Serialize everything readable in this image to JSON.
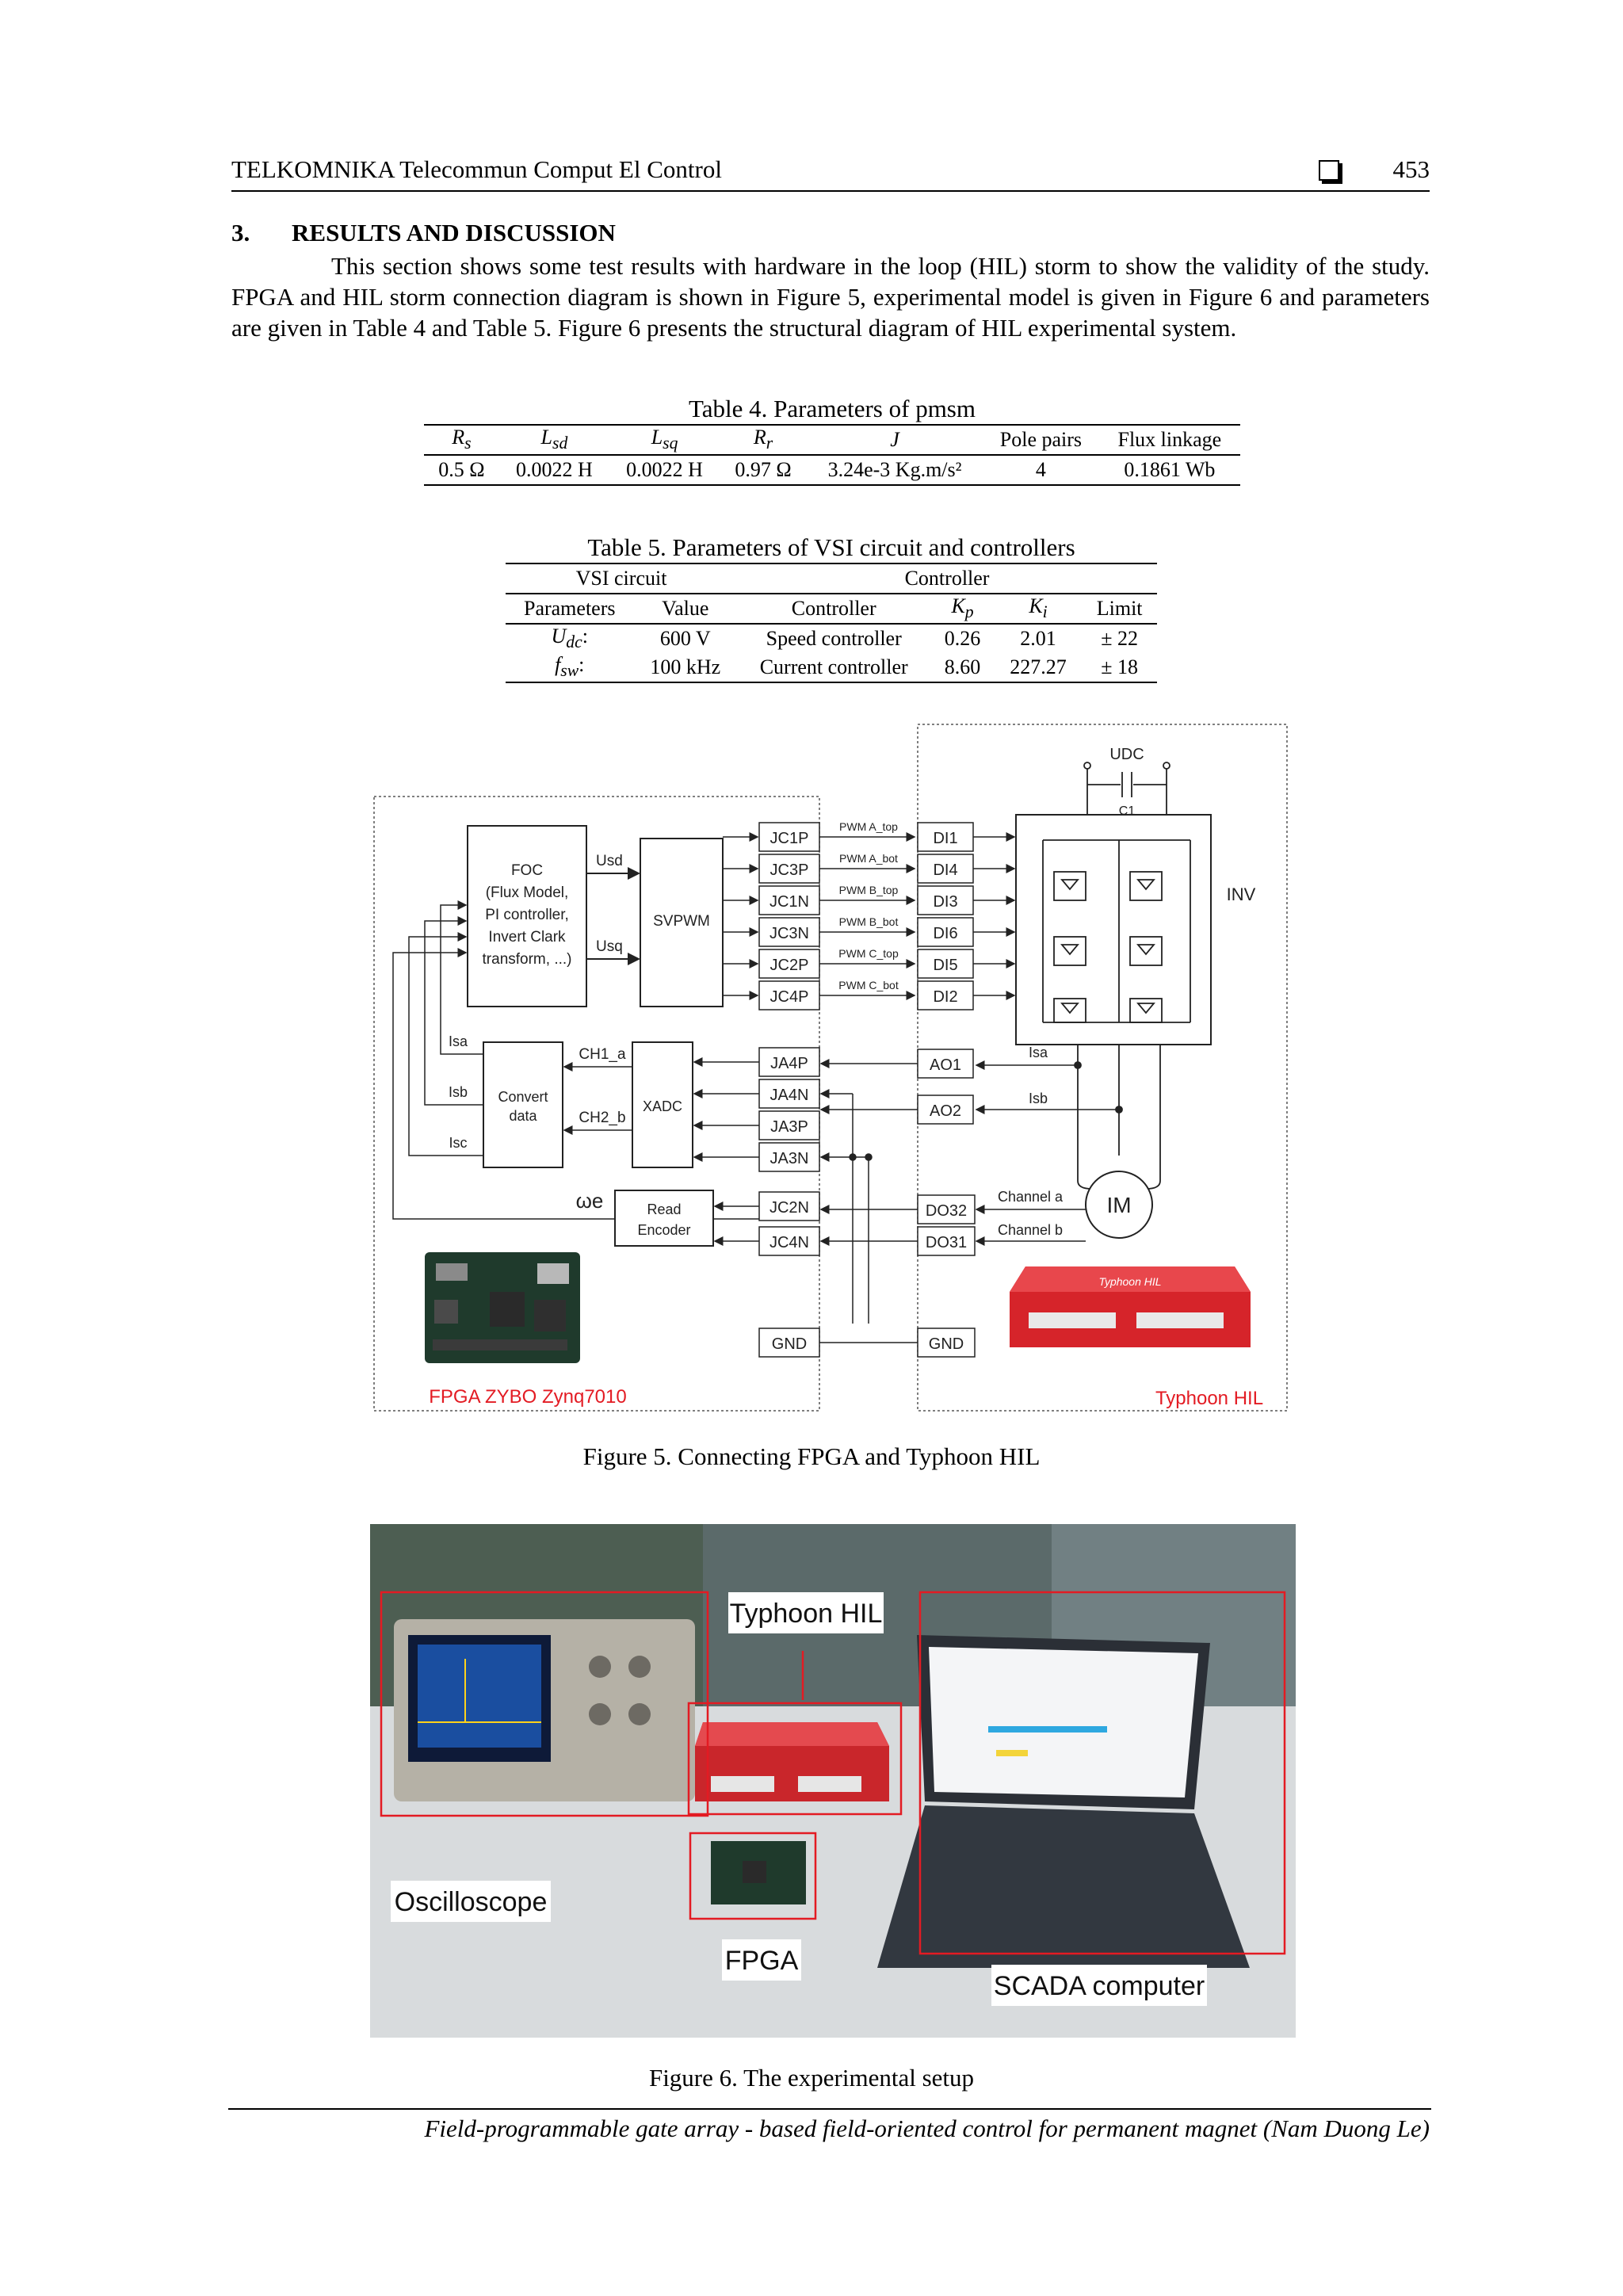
{
  "header": {
    "journal": "TELKOMNIKA Telecommun Comput El Control",
    "page": "453"
  },
  "section": {
    "number": "3.",
    "title": "RESULTS AND DISCUSSION"
  },
  "paragraph": "This section shows some test results with hardware in the loop (HIL) storm to show the validity of the study. FPGA and HIL storm connection diagram is shown in Figure 5, experimental model is given in Figure 6 and parameters are given in Table 4 and Table 5. Figure 6 presents the structural diagram of HIL experimental system.",
  "table4": {
    "caption": "Table 4. Parameters of pmsm",
    "headers": [
      "R_s",
      "L_sd",
      "L_sq",
      "R_r",
      "J",
      "Pole pairs",
      "Flux linkage"
    ],
    "values": [
      "0.5 Ω",
      "0.0022 H",
      "0.0022 H",
      "0.97 Ω",
      "3.24e-3 Kg.m/s²",
      "4",
      "0.1861 Wb"
    ]
  },
  "table5": {
    "caption": "Table 5. Parameters of VSI circuit and controllers",
    "group_vsi": "VSI circuit",
    "group_controller": "Controller",
    "headers": [
      "Parameters",
      "Value",
      "Controller",
      "K_p",
      "K_i",
      "Limit"
    ],
    "rows": [
      [
        "U_dc:",
        "600 V",
        "Speed controller",
        "0.26",
        "2.01",
        "± 22"
      ],
      [
        "f_sw:",
        "100 kHz",
        "Current controller",
        "8.60",
        "227.27",
        "± 18"
      ]
    ]
  },
  "figure5": {
    "caption": "Figure 5. Connecting FPGA and Typhoon HIL",
    "foc_lines": [
      "FOC",
      "(Flux Model,",
      "PI controller,",
      "Invert Clark",
      "transform, ...)"
    ],
    "svpwm": "SVPWM",
    "usd": "Usd",
    "usq": "Usq",
    "convert_lines": [
      "Convert",
      "data"
    ],
    "xadc": "XADC",
    "ch1": "CH1_a",
    "ch2": "CH2_b",
    "isa": "Isa",
    "isb": "Isb",
    "isc": "Isc",
    "omega": "ωe",
    "encoder_lines": [
      "Read",
      "Encoder"
    ],
    "jc_pins": [
      "JC1P",
      "JC3P",
      "JC1N",
      "JC3N",
      "JC2P",
      "JC4P"
    ],
    "pwm_labels": [
      "PWM A_top",
      "PWM A_bot",
      "PWM B_top",
      "PWM B_bot",
      "PWM C_top",
      "PWM C_bot"
    ],
    "di_pins": [
      "DI1",
      "DI4",
      "DI3",
      "DI6",
      "DI5",
      "DI2"
    ],
    "ja_pins": [
      "JA4P",
      "JA4N",
      "JA3P",
      "JA3N"
    ],
    "ao_pins": [
      "AO1",
      "AO2"
    ],
    "enc_pins": [
      "JC2N",
      "JC4N"
    ],
    "do_pins": [
      "DO32",
      "DO31"
    ],
    "channel_a": "Channel a",
    "channel_b": "Channel b",
    "gnd": "GND",
    "udc": "UDC",
    "c1": "C1",
    "inv": "INV",
    "motor": "IM",
    "fpga_label": "FPGA ZYBO Zynq7010",
    "hil_label": "Typhoon HIL",
    "hil_brand": "Typhoon HIL",
    "label_color": "#e31b23"
  },
  "figure6": {
    "caption": "Figure 6. The experimental setup",
    "labels": {
      "typhoon": "Typhoon HIL",
      "oscilloscope": "Oscilloscope",
      "fpga": "FPGA",
      "scada": "SCADA computer"
    },
    "box_color": "#e31b23"
  },
  "footer": "Field-programmable gate array - based field-oriented control for permanent magnet (Nam Duong Le)"
}
